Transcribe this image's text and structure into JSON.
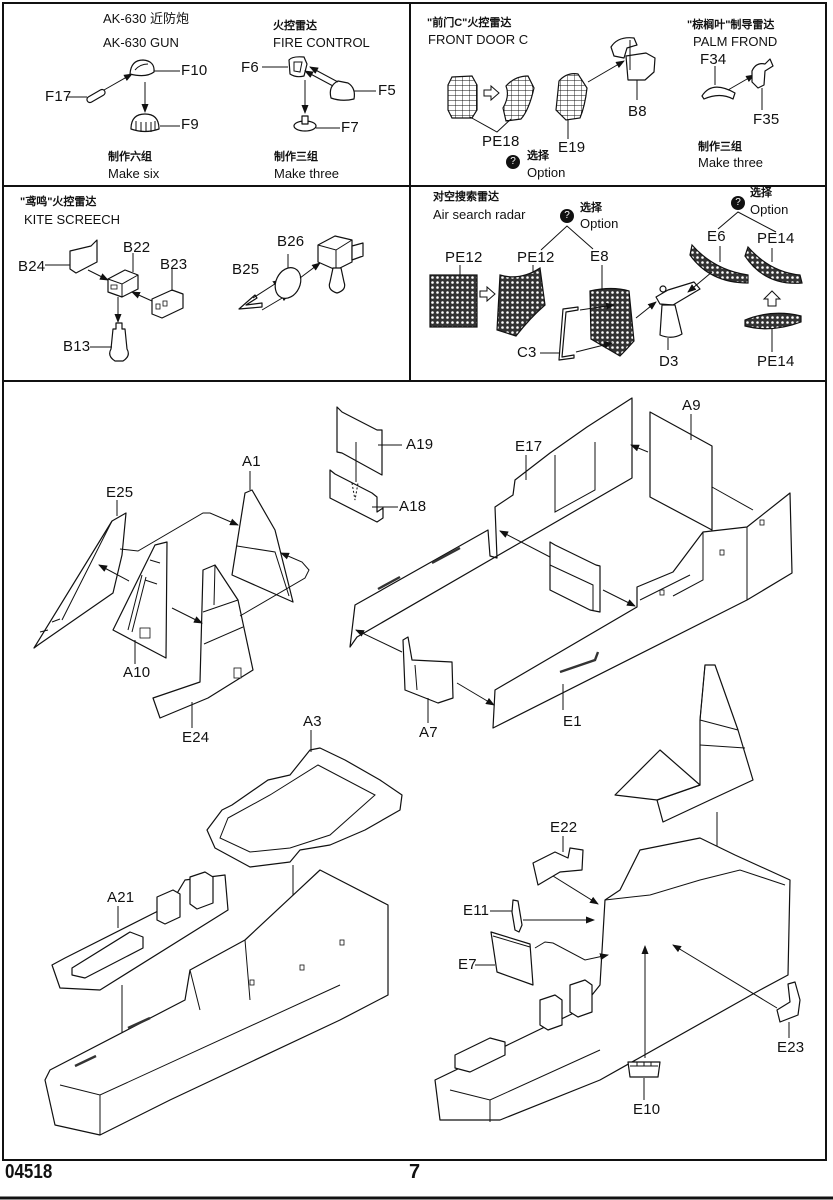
{
  "page": {
    "code": "04518",
    "number": "7"
  },
  "option": {
    "icon": "question-mark-icon",
    "glyph": "?",
    "zh": "选择",
    "en": "Option"
  },
  "panels": {
    "ak630": {
      "title_zh": "AK-630 近防炮",
      "title_en": "AK-630 GUN",
      "labels": {
        "f10": "F10",
        "f17": "F17",
        "f9": "F9"
      },
      "qty_zh": "制作六组",
      "qty_en": "Make six"
    },
    "fire_control": {
      "title_zh": "火控雷达",
      "title_en": "FIRE CONTROL",
      "labels": {
        "f6": "F6",
        "f5": "F5",
        "f7": "F7"
      },
      "qty_zh": "制作三组",
      "qty_en": "Make three"
    },
    "front_door": {
      "title_zh": "\"前门C\"火控雷达",
      "title_en": "FRONT DOOR C",
      "labels": {
        "pe18": "PE18",
        "e19": "E19",
        "b8": "B8"
      }
    },
    "palm_frond": {
      "title_zh": "\"棕榈叶\"制导雷达",
      "title_en": "PALM FROND",
      "labels": {
        "f34": "F34",
        "f35": "F35"
      },
      "qty_zh": "制作三组",
      "qty_en": "Make three"
    },
    "kite_screech": {
      "title_zh": "\"鸢鸣\"火控雷达",
      "title_en": "KITE SCREECH",
      "labels": {
        "b24": "B24",
        "b22": "B22",
        "b23": "B23",
        "b13": "B13",
        "b26": "B26",
        "b25": "B25"
      }
    },
    "air_search": {
      "title_zh": "对空搜索雷达",
      "title_en": "Air search radar",
      "labels": {
        "pe12_flat": "PE12",
        "pe12_curved": "PE12",
        "e8": "E8",
        "c3": "C3",
        "d3": "D3",
        "e6": "E6",
        "pe14_top": "PE14",
        "pe14_bottom": "PE14"
      }
    },
    "main_assembly": {
      "labels": {
        "a1": "A1",
        "e25": "E25",
        "a10": "A10",
        "e24": "E24",
        "a19": "A19",
        "a18": "A18",
        "e17": "E17",
        "a9": "A9",
        "a7": "A7",
        "e1": "E1",
        "a3": "A3",
        "a21": "A21",
        "e22": "E22",
        "e11": "E11",
        "e7": "E7",
        "e23": "E23",
        "e10": "E10"
      }
    }
  }
}
